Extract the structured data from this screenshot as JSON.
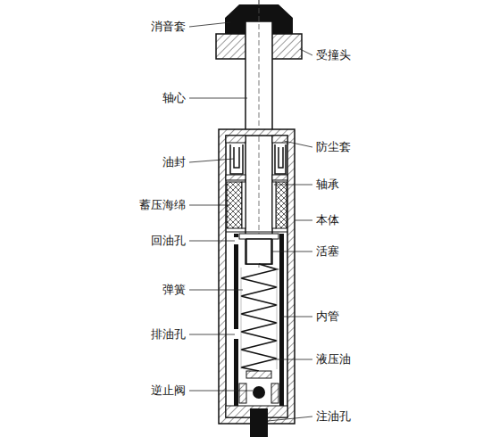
{
  "diagram": {
    "labels": [
      "消音套",
      "受撞头",
      "轴心",
      "防尘套",
      "油封",
      "轴承",
      "蓄压海绵",
      "本体",
      "回油孔",
      "活塞",
      "弹簧",
      "内管",
      "排油孔",
      "液压油",
      "逆止阀",
      "注油孔"
    ]
  }
}
